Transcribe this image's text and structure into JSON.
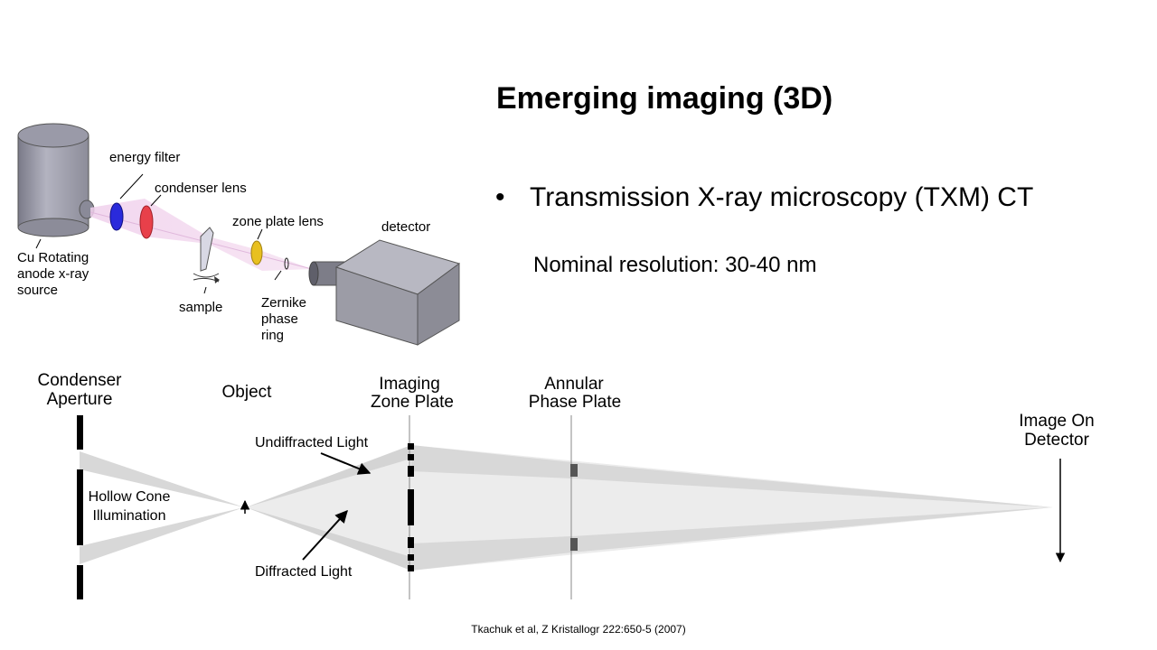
{
  "slide": {
    "title": "Emerging imaging (3D)",
    "bullet_symbol": "•",
    "bullet_text": "Transmission X-ray microscopy (TXM) CT",
    "sub_text": "Nominal resolution: 30-40 nm",
    "citation": "Tkachuk et al, Z Kristallogr 222:650-5 (2007)"
  },
  "top_diagram": {
    "source_label": [
      "Cu Rotating",
      "anode x-ray",
      "source"
    ],
    "energy_filter": "energy filter",
    "condenser_lens": "condenser lens",
    "zone_plate_lens": "zone plate lens",
    "detector": "detector",
    "sample": "sample",
    "zernike": [
      "Zernike",
      "phase",
      "ring"
    ],
    "colors": {
      "energy_filter": "#2a2adb",
      "condenser_lens": "#e8404a",
      "zone_plate": "#e8c020",
      "body": "#a0a0ad"
    }
  },
  "bottom_diagram": {
    "condenser_aperture": [
      "Condenser",
      "Aperture"
    ],
    "object": "Object",
    "imaging_zone_plate": [
      "Imaging",
      "Zone Plate"
    ],
    "annular_phase_plate": [
      "Annular",
      "Phase Plate"
    ],
    "image_on_detector": [
      "Image On",
      "Detector"
    ],
    "undiffracted_light": "Undiffracted Light",
    "diffracted_light": "Diffracted Light",
    "hollow_cone": [
      "Hollow Cone",
      "Illumination"
    ]
  }
}
